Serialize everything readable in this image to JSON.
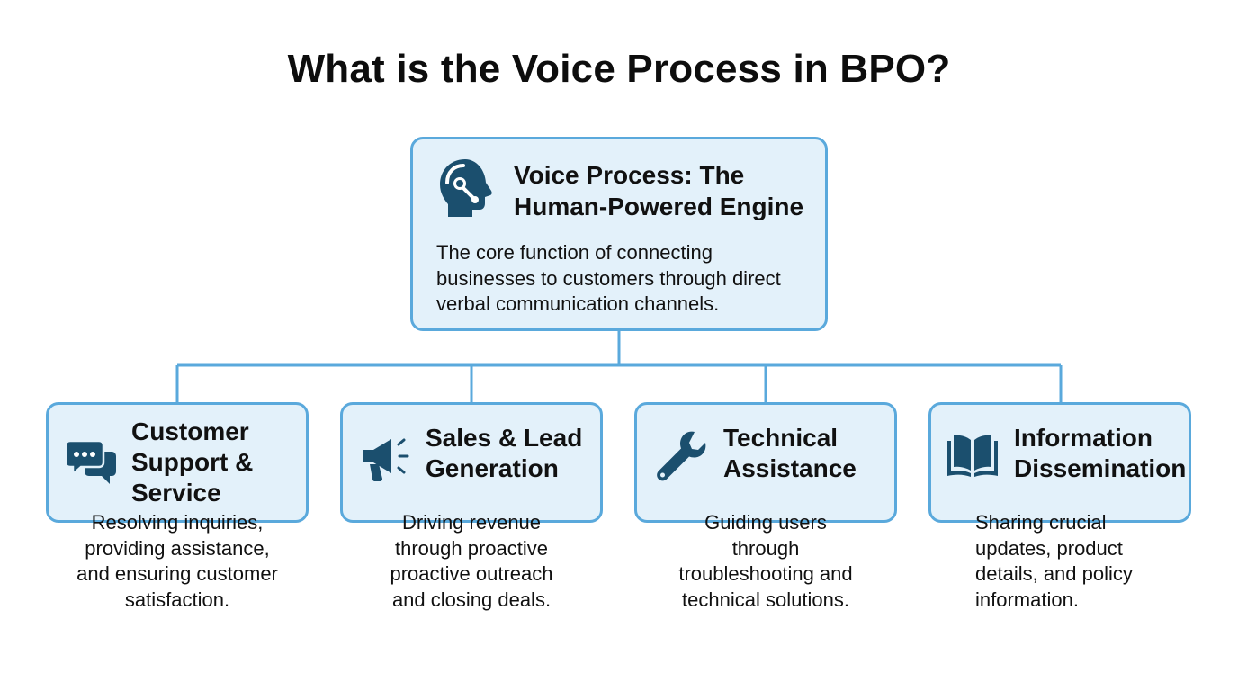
{
  "title": "What is the Voice Process in BPO?",
  "main": {
    "icon": "headset-person-icon",
    "title_line1": "Voice Process: The",
    "title_line2": "Human-Powered Engine",
    "description_lines": [
      "The core function of connecting",
      "businesses to customers through direct",
      "verbal communication channels."
    ]
  },
  "categories": [
    {
      "icon": "chat-bubbles-icon",
      "title_lines": [
        "Customer",
        "Support &",
        "Service"
      ],
      "description_lines": [
        "Resolving inquiries,",
        "providing assistance,",
        "and ensuring customer",
        "satisfaction."
      ]
    },
    {
      "icon": "megaphone-icon",
      "title_lines": [
        "Sales & Lead",
        "Generation"
      ],
      "description_lines": [
        "Driving revenue",
        "through proactive",
        "proactive outreach",
        "and closing deals."
      ]
    },
    {
      "icon": "wrench-icon",
      "title_lines": [
        "Technical",
        "Assistance"
      ],
      "description_lines": [
        "Guiding users",
        "through",
        "troubleshooting and",
        "technical solutions."
      ]
    },
    {
      "icon": "open-book-icon",
      "title_lines": [
        "Information",
        "Dissemination"
      ],
      "description_lines": [
        "Sharing crucial",
        "updates, product",
        "details, and policy",
        "information."
      ]
    }
  ],
  "colors": {
    "box_fill": "#e3f1fa",
    "box_border": "#5aa9dc",
    "connector": "#5aa9dc",
    "icon": "#1b4f6e",
    "text": "#111111"
  }
}
